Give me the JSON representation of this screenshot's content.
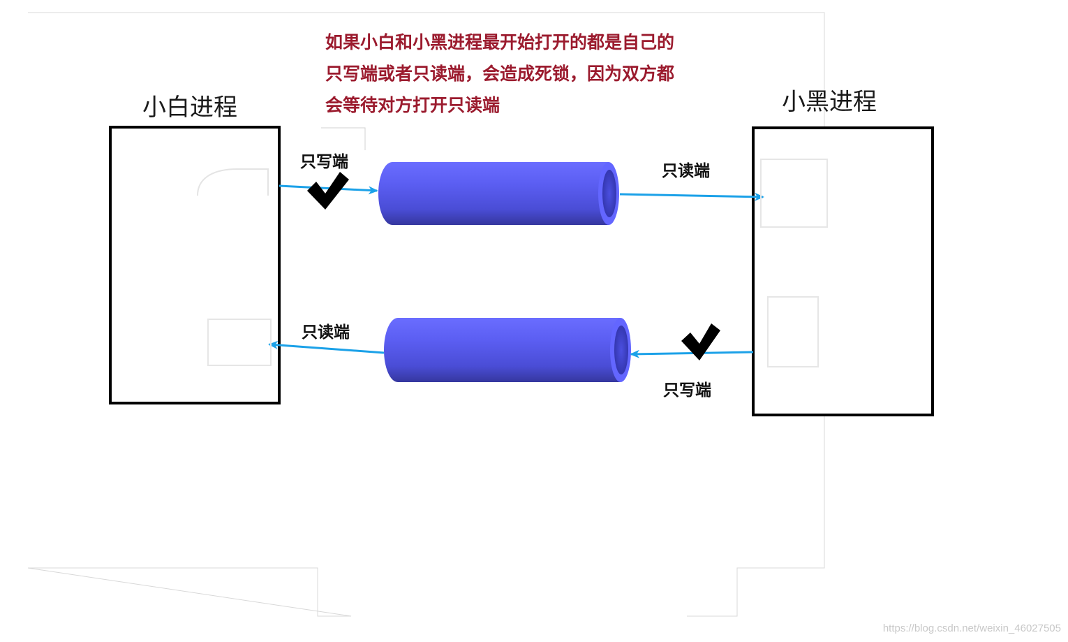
{
  "note": {
    "line1": "如果小白和小黑进程最开始打开的都是自己的",
    "line2": "只写端或者只读端，会造成死锁，因为双方都",
    "line3": "会等待对方打开只读端"
  },
  "process_left": {
    "title": "小白进程"
  },
  "process_right": {
    "title": "小黑进程"
  },
  "pipe_top": {
    "left_label": "只写端",
    "right_label": "只读端",
    "check_side": "left"
  },
  "pipe_bottom": {
    "left_label": "只读端",
    "right_label": "只写端",
    "check_side": "right"
  },
  "watermark": "https://blog.csdn.net/weixin_46027505",
  "colors": {
    "note": "#9b1b2e",
    "arrow": "#1ba1e8",
    "pipe_body": "#5b5ef2",
    "pipe_shadow": "#3a3cb8",
    "box_border": "#000000"
  }
}
